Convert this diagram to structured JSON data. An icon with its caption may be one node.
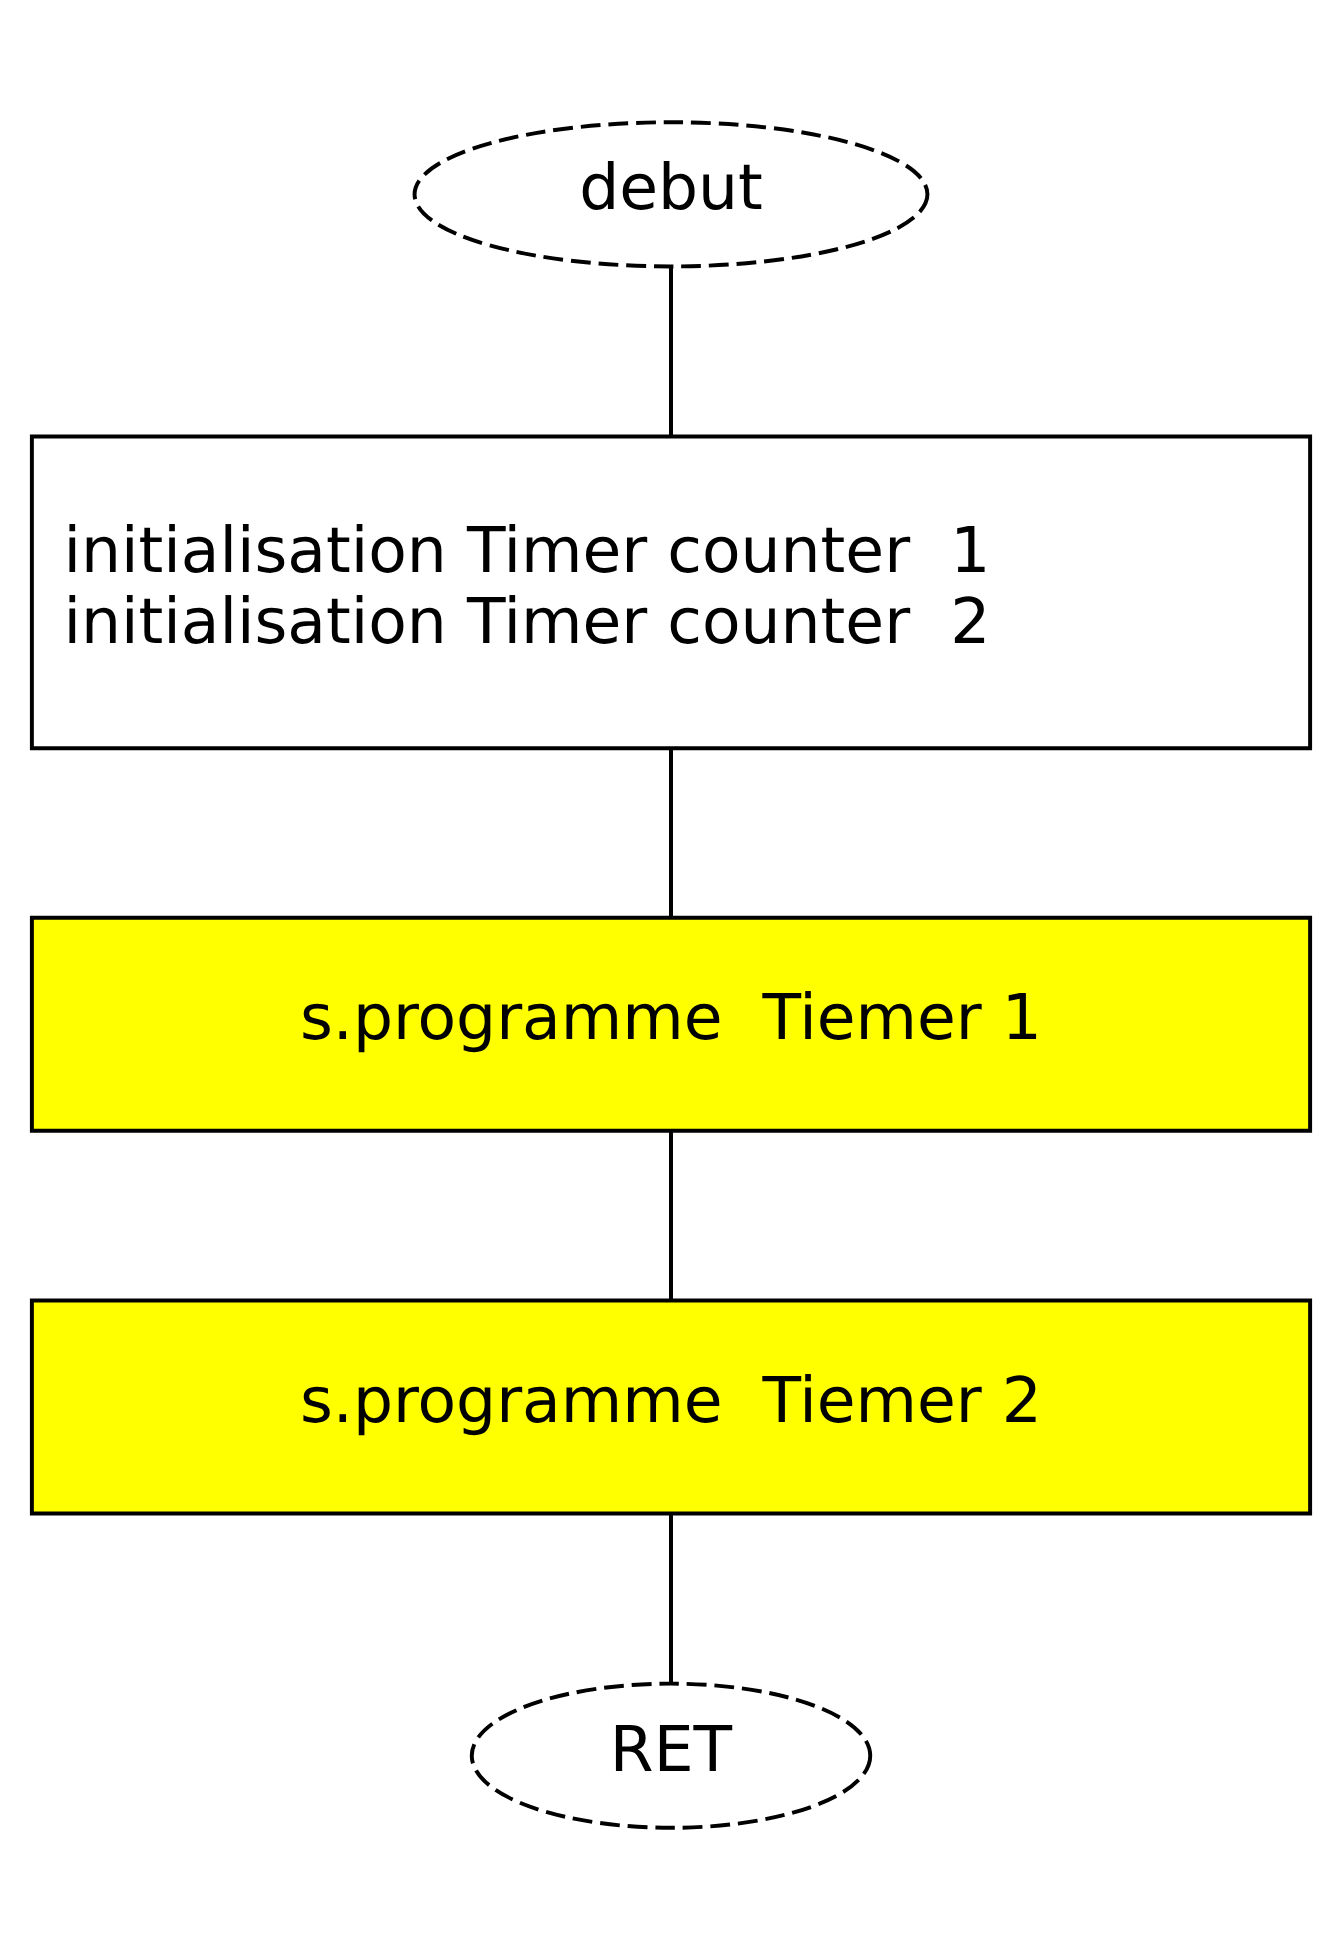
{
  "diagram": {
    "nodes": [
      {
        "text": [
          "debut"
        ]
      },
      {
        "text": [
          "initialisation Timer counter  1",
          "initialisation Timer counter  2"
        ]
      },
      {
        "text": [
          "s.programme  Tiemer 1"
        ]
      },
      {
        "text": [
          "s.programme  Tiemer 2"
        ]
      },
      {
        "text": [
          "RET"
        ]
      }
    ],
    "edges": [
      {
        "from": 0,
        "to": 1,
        "arrow": "none"
      },
      {
        "from": 1,
        "to": 2,
        "arrow": "none"
      },
      {
        "from": 2,
        "to": 3,
        "arrow": "none"
      },
      {
        "from": 3,
        "to": 4,
        "arrow": "none"
      }
    ]
  }
}
